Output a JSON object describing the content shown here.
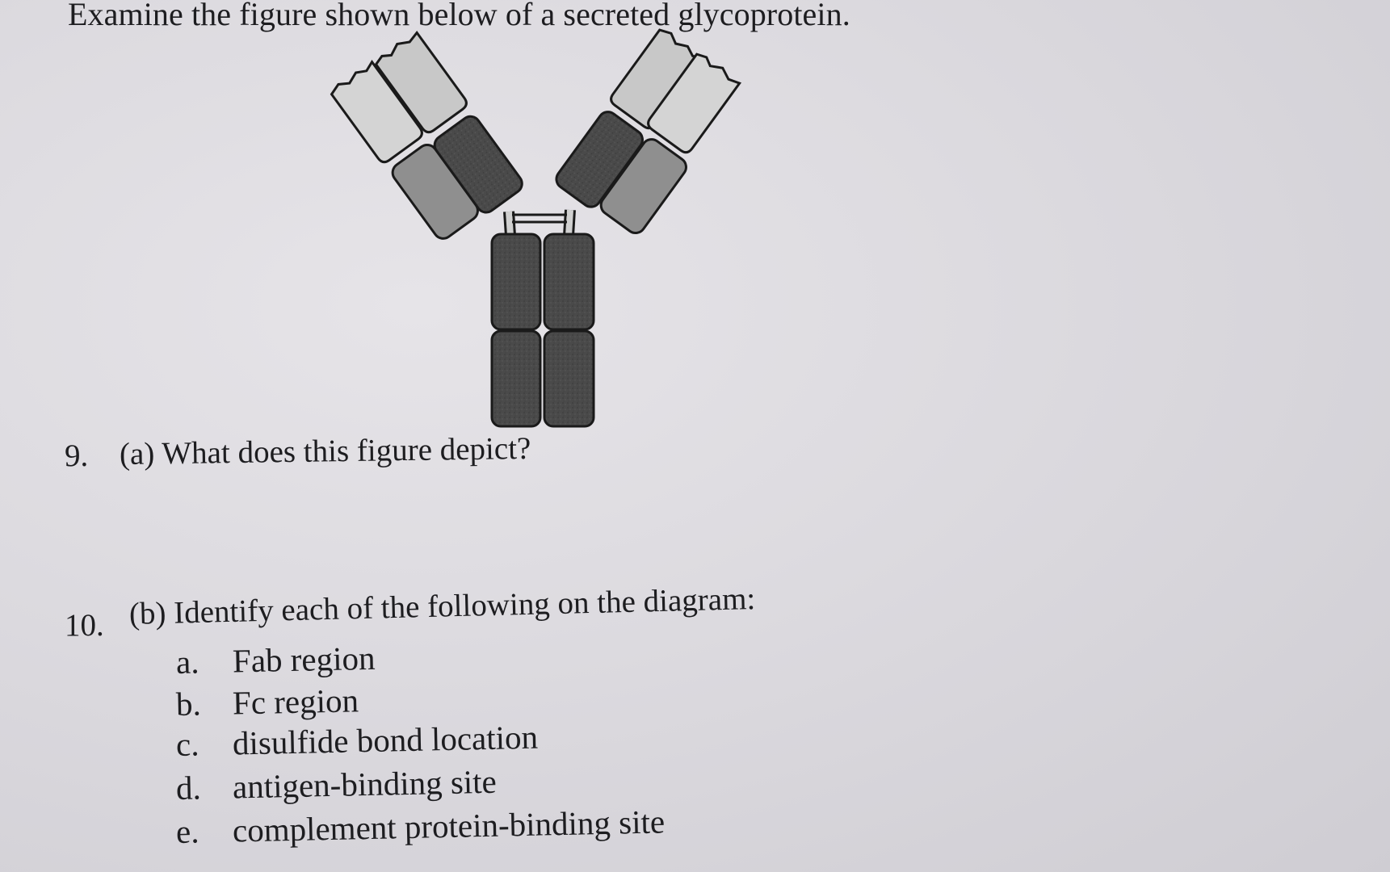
{
  "document": {
    "title": "Examine the figure shown below of a secreted glycoprotein."
  },
  "questions": [
    {
      "number": "9.",
      "text": "(a) What does this figure depict?"
    },
    {
      "number": "10.",
      "text": "(b) Identify each of the following on the diagram:",
      "items": [
        {
          "letter": "a.",
          "text": "Fab region"
        },
        {
          "letter": "b.",
          "text": "Fc region"
        },
        {
          "letter": "c.",
          "text": "disulfide bond location"
        },
        {
          "letter": "d.",
          "text": "antigen-binding site"
        },
        {
          "letter": "e.",
          "text": "complement protein-binding site"
        }
      ]
    }
  ],
  "figure": {
    "colors": {
      "light_chain_variable": "#c8c8c8",
      "light_chain_constant": "#8f8f8f",
      "heavy_chain": "#4a4a4a",
      "outline": "#1a1a1a"
    }
  }
}
